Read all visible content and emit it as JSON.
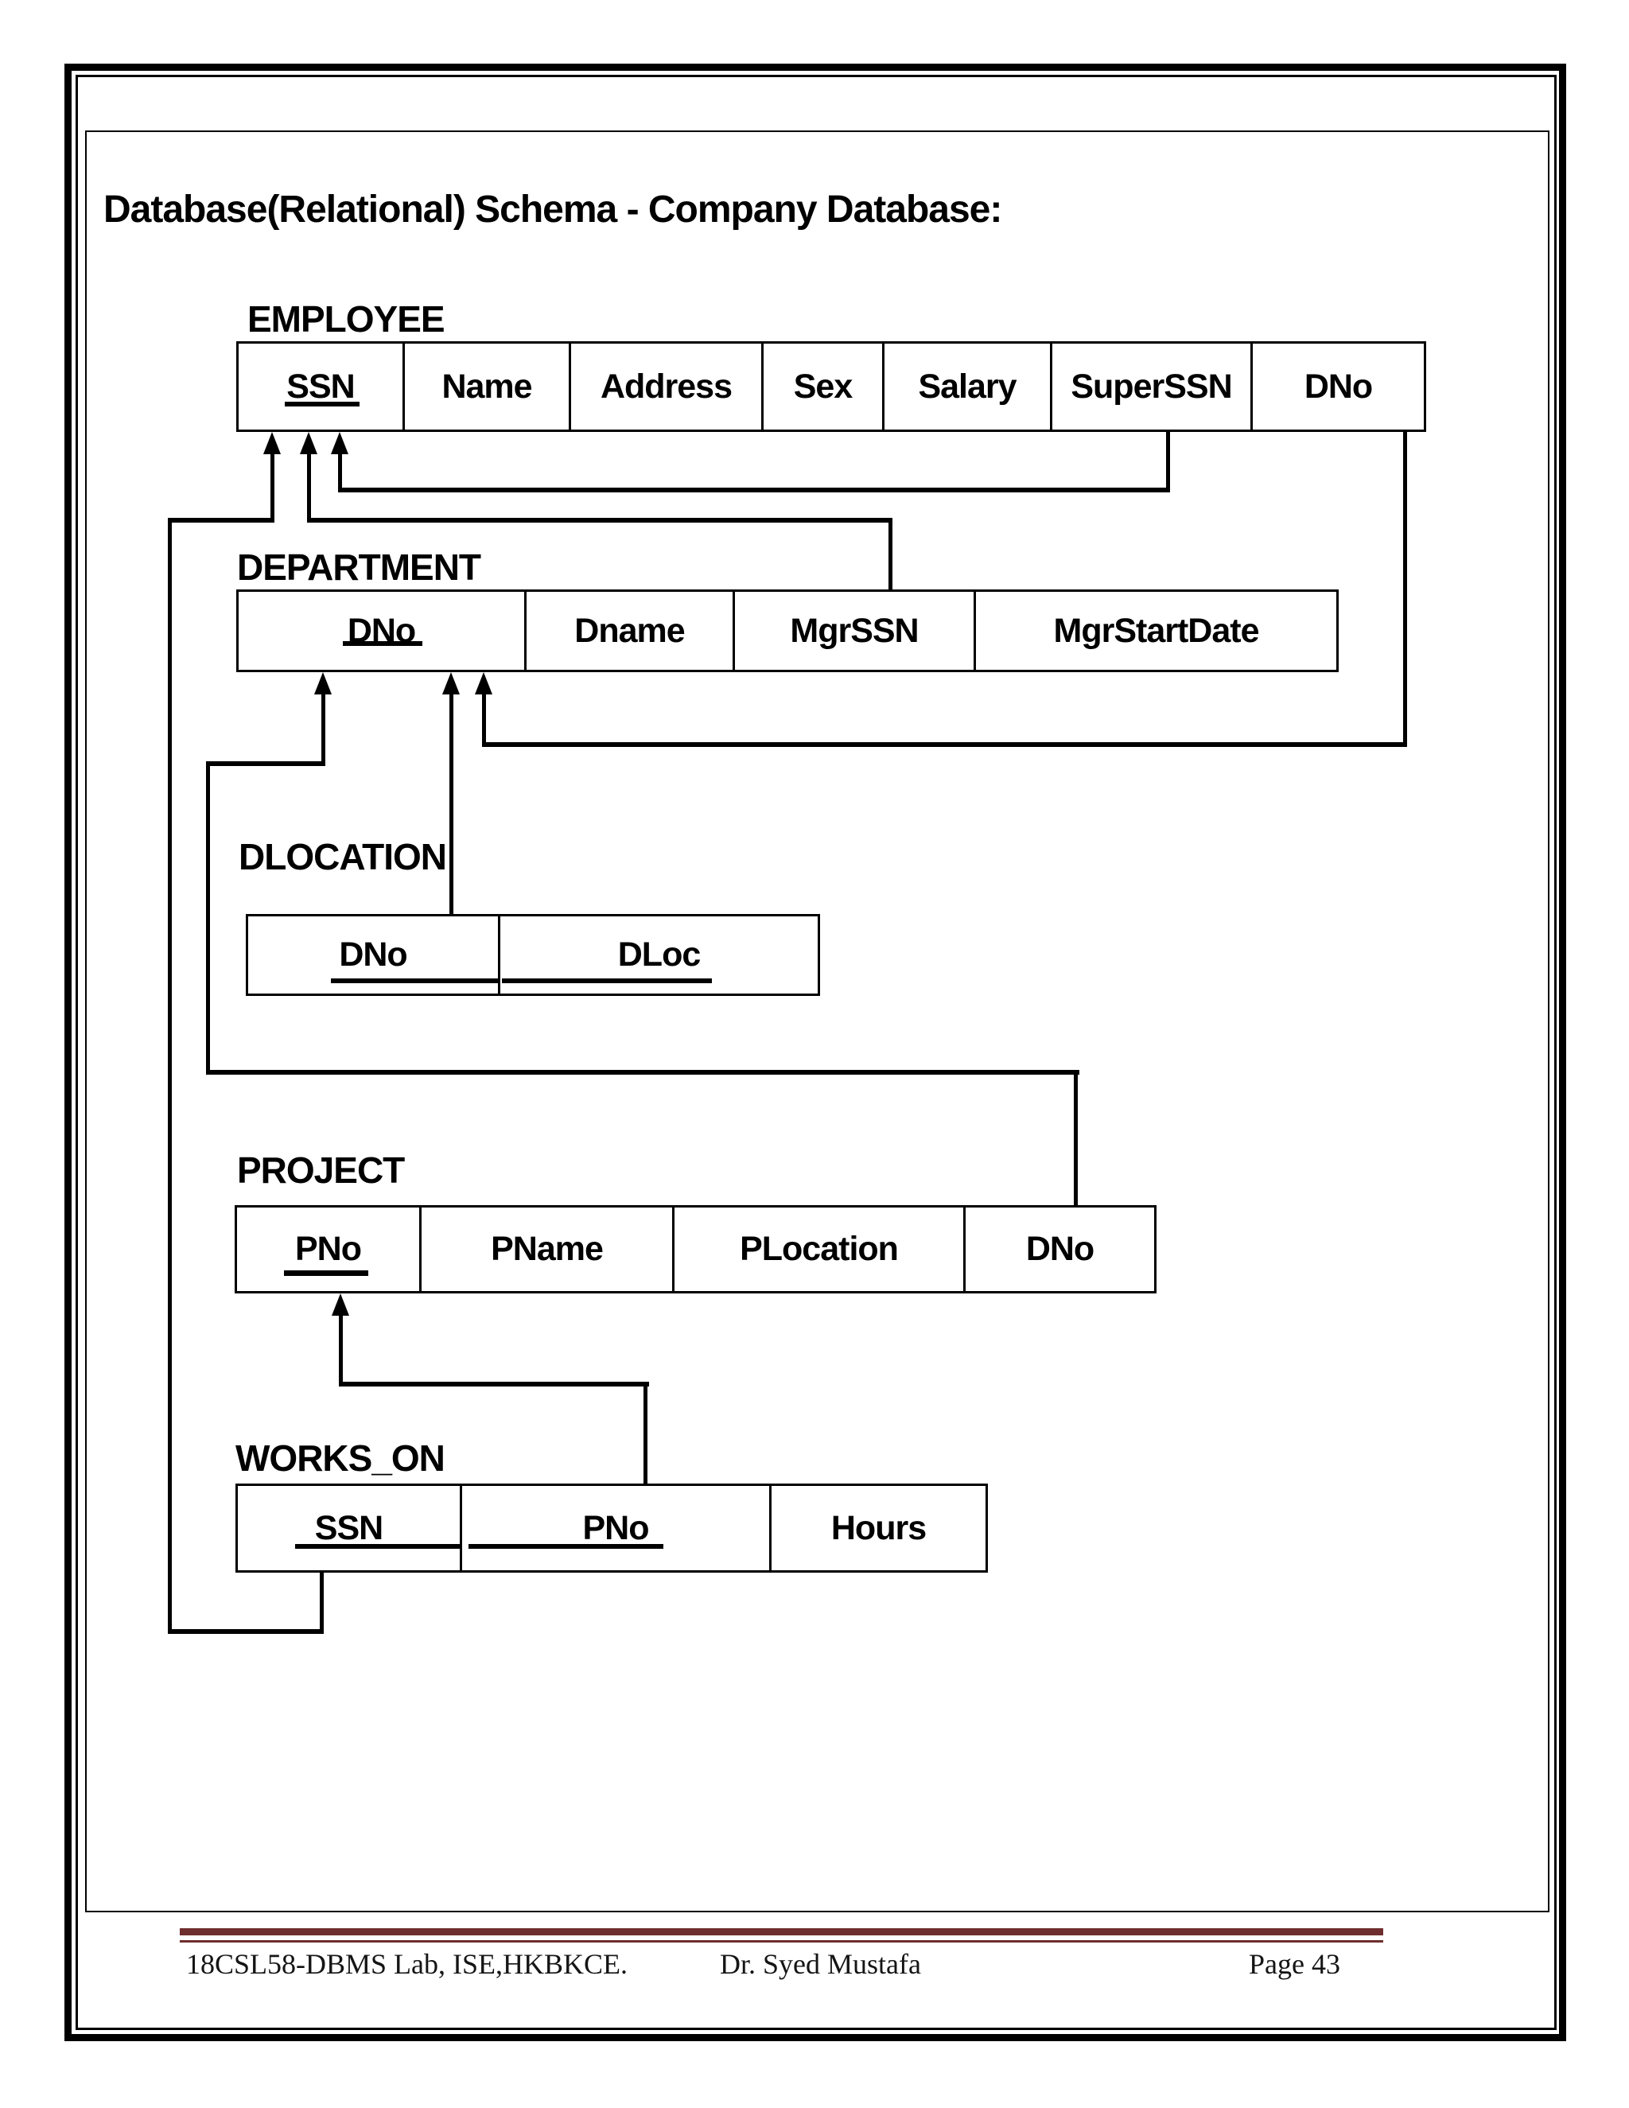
{
  "page": {
    "title": "Database(Relational) Schema - Company Database:"
  },
  "tables": [
    {
      "name": "EMPLOYEE",
      "columns": [
        {
          "label": "SSN",
          "key": true
        },
        {
          "label": "Name",
          "key": false
        },
        {
          "label": "Address",
          "key": false
        },
        {
          "label": "Sex",
          "key": false
        },
        {
          "label": "Salary",
          "key": false
        },
        {
          "label": "SuperSSN",
          "key": false
        },
        {
          "label": "DNo",
          "key": false
        }
      ]
    },
    {
      "name": "DEPARTMENT",
      "columns": [
        {
          "label": "DNo",
          "key": true
        },
        {
          "label": "Dname",
          "key": false
        },
        {
          "label": "MgrSSN",
          "key": false
        },
        {
          "label": "MgrStartDate",
          "key": false
        }
      ]
    },
    {
      "name": "DLOCATION",
      "columns": [
        {
          "label": "DNo",
          "key": true
        },
        {
          "label": "DLoc",
          "key": true
        }
      ]
    },
    {
      "name": "PROJECT",
      "columns": [
        {
          "label": "PNo",
          "key": true
        },
        {
          "label": "PName",
          "key": false
        },
        {
          "label": "PLocation",
          "key": false
        },
        {
          "label": "DNo",
          "key": false
        }
      ]
    },
    {
      "name": "WORKS_ON",
      "columns": [
        {
          "label": "SSN",
          "key": true
        },
        {
          "label": "PNo",
          "key": true
        },
        {
          "label": "Hours",
          "key": false
        }
      ]
    }
  ],
  "relationships": [
    {
      "from": "EMPLOYEE.SuperSSN",
      "to": "EMPLOYEE.SSN"
    },
    {
      "from": "DEPARTMENT.MgrSSN",
      "to": "EMPLOYEE.SSN"
    },
    {
      "from": "WORKS_ON.SSN",
      "to": "EMPLOYEE.SSN"
    },
    {
      "from": "EMPLOYEE.DNo",
      "to": "DEPARTMENT.DNo"
    },
    {
      "from": "DLOCATION.DNo",
      "to": "DEPARTMENT.DNo"
    },
    {
      "from": "PROJECT.DNo",
      "to": "DEPARTMENT.DNo"
    },
    {
      "from": "WORKS_ON.PNo",
      "to": "PROJECT.PNo"
    }
  ],
  "footer": {
    "left": "18CSL58-DBMS Lab, ISE,HKBKCE.",
    "center": "Dr. Syed Mustafa",
    "right": "Page 43"
  },
  "colors": {
    "footer_rule": "#6e2e2e",
    "line": "#000000",
    "background": "#ffffff"
  }
}
